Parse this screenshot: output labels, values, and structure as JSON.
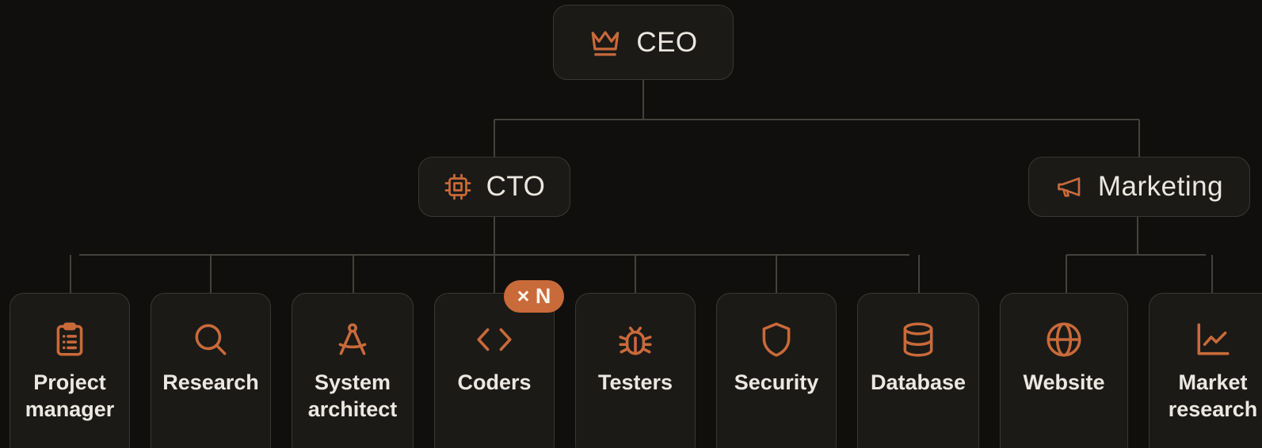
{
  "theme": {
    "accent": "#c96a3a",
    "background": "#100f0d",
    "node_fill": "#1b1a17",
    "border": "#3a3833",
    "line": "#45423d"
  },
  "ceo": {
    "label": "CEO",
    "icon": "crown-icon"
  },
  "cto": {
    "label": "CTO",
    "icon": "chip-icon"
  },
  "marketing": {
    "label": "Marketing",
    "icon": "megaphone-icon"
  },
  "cto_team": [
    {
      "label": "Project\nmanager",
      "icon": "clipboard-icon"
    },
    {
      "label": "Research",
      "icon": "search-icon"
    },
    {
      "label": "System\narchitect",
      "icon": "compass-icon"
    },
    {
      "label": "Coders",
      "icon": "code-icon"
    },
    {
      "label": "Testers",
      "icon": "bug-icon"
    },
    {
      "label": "Security",
      "icon": "shield-icon"
    },
    {
      "label": "Database",
      "icon": "database-icon"
    }
  ],
  "marketing_team": [
    {
      "label": "Website",
      "icon": "globe-icon"
    },
    {
      "label": "Market\nresearch",
      "icon": "chart-icon"
    }
  ],
  "coders_badge": "× N"
}
